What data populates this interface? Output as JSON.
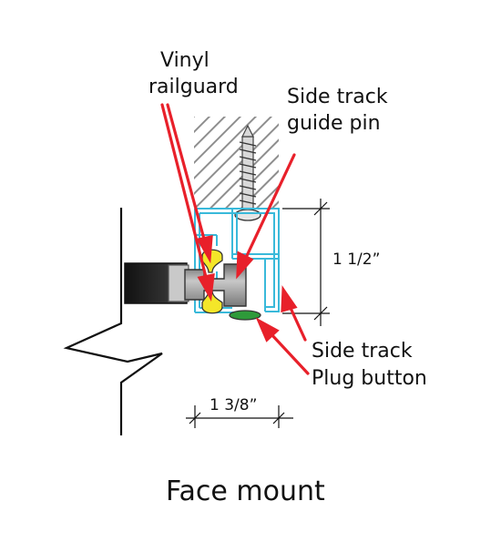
{
  "labels": {
    "vinyl_line1": "Vinyl",
    "vinyl_line2": "railguard",
    "guide_line1": "Side track",
    "guide_line2": "guide pin",
    "side_track": "Side track",
    "plug_button": "Plug button"
  },
  "dimensions": {
    "height": "1 1/2”",
    "width": "1 3/8”"
  },
  "caption": "Face mount",
  "colors": {
    "arrow": "#e8202a",
    "track": "#39b9da",
    "railguard": "#f4e629",
    "plug": "#2e9a3a",
    "hatch": "#9a9a9a",
    "bracket": "#8c8c8c",
    "post": "#222222"
  }
}
